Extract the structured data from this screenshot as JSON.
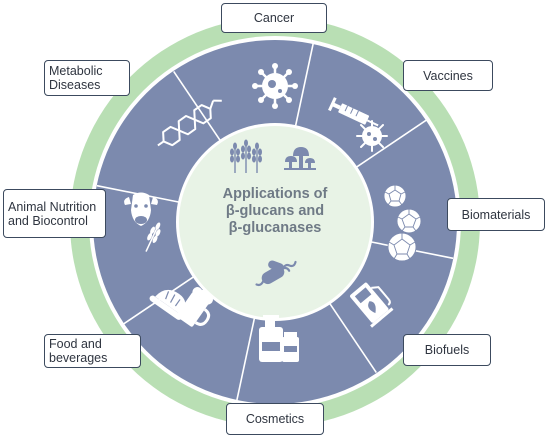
{
  "center_title_lines": [
    "Applications of",
    "β-glucans and",
    "β-glucanases"
  ],
  "labels": {
    "cancer": "Cancer",
    "vaccines": "Vaccines",
    "biomaterials": "Biomaterials",
    "biofuels": "Biofuels",
    "cosmetics": "Cosmetics",
    "food": "Food and beverages",
    "animal": "Animal Nutrition and Biocontrol",
    "metabolic": "Metabolic Diseases"
  },
  "icons": {
    "cancer": "cancer-cell-icon",
    "vaccines": "syringe-virus-icon",
    "biomaterials": "polyhedral-spheres-icon",
    "biofuels": "fuel-pump-leaf-icon",
    "cosmetics": "cosmetic-bottles-icon",
    "food": "bread-beer-icon",
    "animal": "cow-wheat-icon",
    "metabolic": "molecule-structure-icon",
    "center_grain": "cereal-grains-icon",
    "center_mushroom": "mushrooms-icon",
    "center_microbe": "microorganism-icon"
  },
  "colors": {
    "outer_ring": "#b9dfb4",
    "segment_ring": "#7c8aae",
    "center_disc": "#e8f3e6",
    "box_border": "#3c4a5e"
  }
}
